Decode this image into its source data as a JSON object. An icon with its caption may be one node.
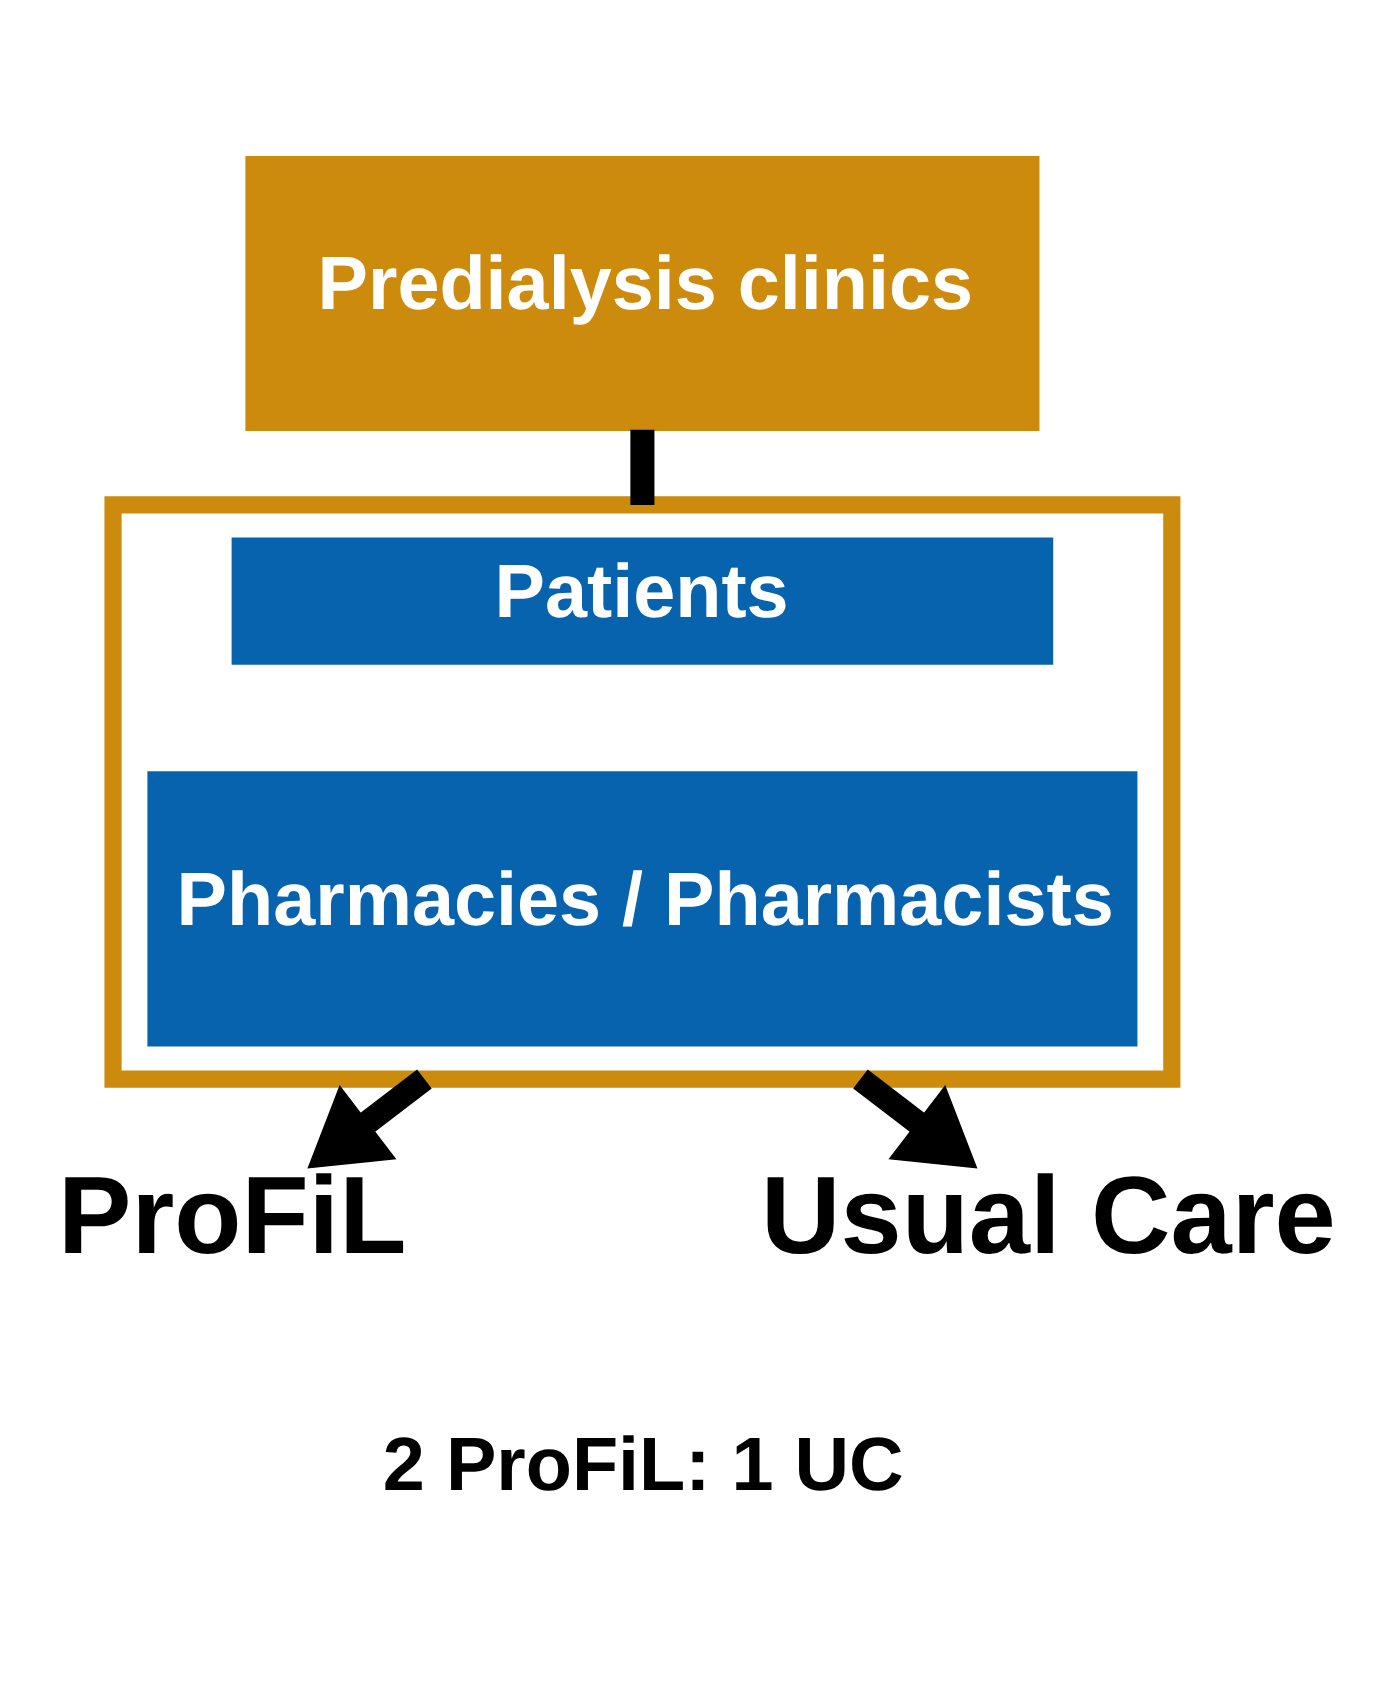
{
  "diagram": {
    "nodes": [
      {
        "text": [
          "Predialysis clinics"
        ]
      },
      {
        "text": [],
        "shape": "box"
      },
      {
        "text": [
          "Patients"
        ],
        "in": 1
      },
      {
        "text": [
          "Pharmacies / Pharmacists"
        ],
        "in": 1
      },
      {
        "text": [
          "ProFiL"
        ]
      },
      {
        "text": [
          "Usual Care"
        ]
      }
    ],
    "edges": [
      {
        "from": 0,
        "to": 1,
        "arrow": "none"
      },
      {
        "from": 1,
        "to": 4,
        "arrow": "to"
      },
      {
        "from": 1,
        "to": 5,
        "arrow": "to"
      }
    ],
    "labels": [
      "2 ProFiL: 1 UC"
    ]
  }
}
